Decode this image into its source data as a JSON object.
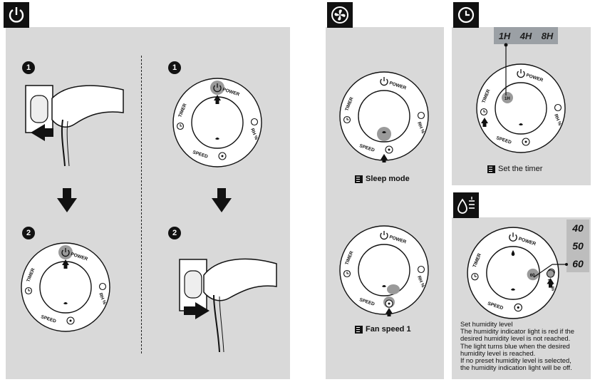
{
  "sections": {
    "power": {
      "icon": "power-icon"
    },
    "fan": {
      "icon": "fan-icon"
    },
    "timer": {
      "icon": "clock-icon"
    },
    "humidity": {
      "icon": "humidity-icon"
    }
  },
  "steps": {
    "step1": "1",
    "step2": "2"
  },
  "dial": {
    "power": "POWER",
    "timer": "TIMER",
    "rh": "RH %",
    "speed": "SPEED"
  },
  "captions": {
    "sleep_mode": "Sleep mode",
    "fan_speed": "Fan speed 1",
    "set_timer": "Set the timer"
  },
  "timer_options": [
    "1H",
    "4H",
    "8H"
  ],
  "timer_selected": "1H",
  "humidity_levels": [
    "40",
    "50",
    "60"
  ],
  "humidity_selected": "60",
  "humidity_text": [
    "Set humidity level",
    "The humidity indicator light is red if the",
    "desired humidity level is not reached.",
    "The light turns blue when the desired",
    "humidity level is reached.",
    "If no preset humidity level is selected,",
    "the humidity indication light will be off."
  ],
  "colors": {
    "panel": "#d9d9d9",
    "badge": "#111111",
    "highlight": "#9a9a9a"
  }
}
